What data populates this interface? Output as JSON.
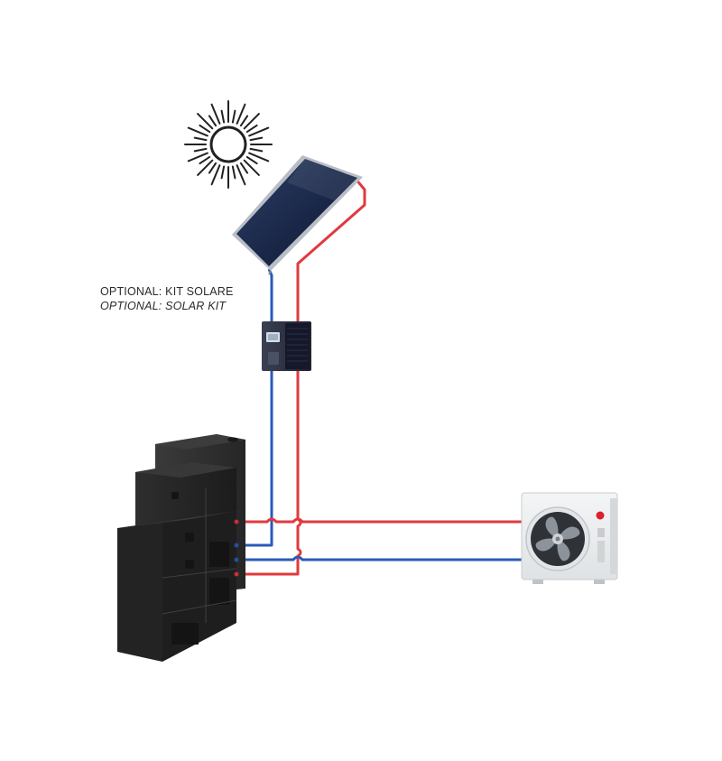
{
  "labels": {
    "line1": "OPTIONAL: KIT SOLARE",
    "line2": "OPTIONAL: SOLAR KIT"
  },
  "colors": {
    "hot_pipe": "#e0393e",
    "cold_pipe": "#2a5ab8",
    "panel": "#1c2a4a",
    "unit_body": "#eceeef",
    "cabinet": "#2b2b2b",
    "logo": "#d9212b"
  },
  "components": [
    "sun-icon",
    "solar-panel",
    "solar-pump-station",
    "indoor-unit",
    "outdoor-heat-pump"
  ]
}
